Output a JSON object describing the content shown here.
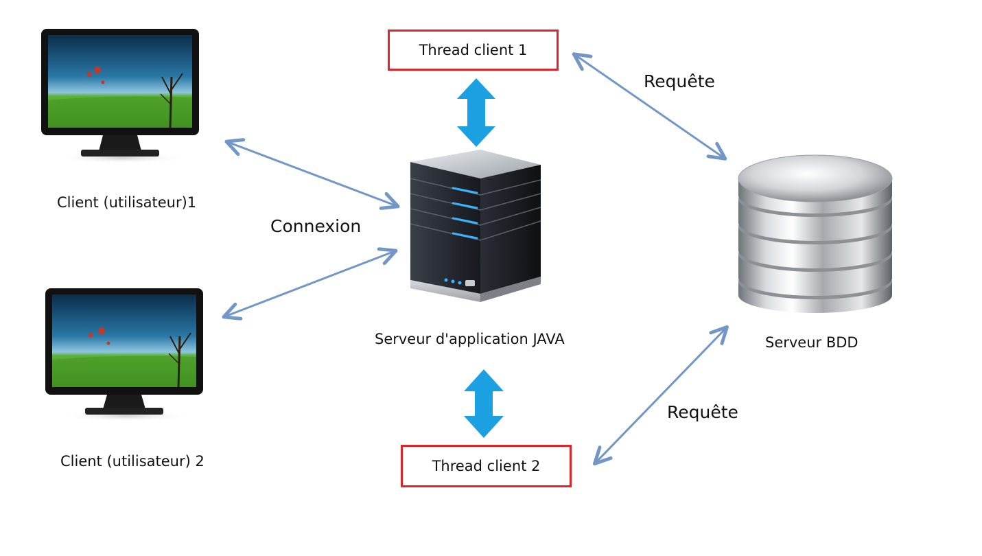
{
  "colors": {
    "thread_border": "#e0242a",
    "connector_arrow": "#7297c6",
    "thread_arrow": "#1ba1e2",
    "server_led": "#3ab4ff"
  },
  "icons": {
    "client_1": "monitor-icon",
    "client_2": "monitor-icon",
    "app_server": "server-tower-icon",
    "database": "database-stack-icon"
  },
  "labels": {
    "client_1": "Client (utilisateur)1",
    "client_2": "Client (utilisateur) 2",
    "connexion": "Connexion",
    "app_server": "Serveur d'application JAVA",
    "db_server": "Serveur BDD",
    "requete_top": "Requête",
    "requete_bottom": "Requête"
  },
  "threads": {
    "thread_1": "Thread client 1",
    "thread_2": "Thread client 2"
  }
}
